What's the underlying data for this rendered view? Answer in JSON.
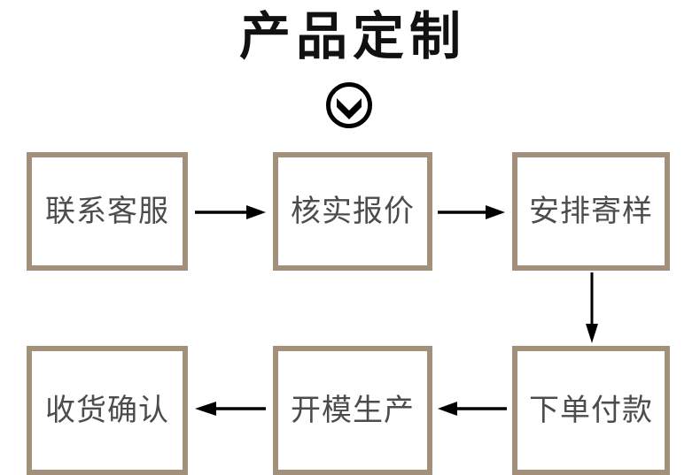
{
  "header": {
    "title": "产品定制",
    "chevron_icon": "chevron-down-circle-icon"
  },
  "theme": {
    "box_border": "#a3907a",
    "box_fill": "#ffffff",
    "label_color": "#4c4c4c",
    "arrow_color": "#000000",
    "title_color": "#111111",
    "page_background": "#ffffff"
  },
  "flow": {
    "steps": [
      {
        "id": "contact-service",
        "label": "联系客服",
        "row": 1,
        "col": 1
      },
      {
        "id": "verify-quote",
        "label": "核实报价",
        "row": 1,
        "col": 2
      },
      {
        "id": "arrange-sample",
        "label": "安排寄样",
        "row": 1,
        "col": 3
      },
      {
        "id": "place-order-pay",
        "label": "下单付款",
        "row": 2,
        "col": 3
      },
      {
        "id": "mold-production",
        "label": "开模生产",
        "row": 2,
        "col": 2
      },
      {
        "id": "confirm-receipt",
        "label": "收货确认",
        "row": 2,
        "col": 1
      }
    ],
    "connectors": [
      {
        "id": "contact-to-quote",
        "direction": "right",
        "icon": "arrow-right-icon"
      },
      {
        "id": "quote-to-sample",
        "direction": "right",
        "icon": "arrow-right-icon"
      },
      {
        "id": "sample-to-order",
        "direction": "down",
        "icon": "arrow-down-icon"
      },
      {
        "id": "order-to-production",
        "direction": "left",
        "icon": "arrow-left-icon"
      },
      {
        "id": "production-to-receipt",
        "direction": "left",
        "icon": "arrow-left-icon"
      }
    ]
  }
}
